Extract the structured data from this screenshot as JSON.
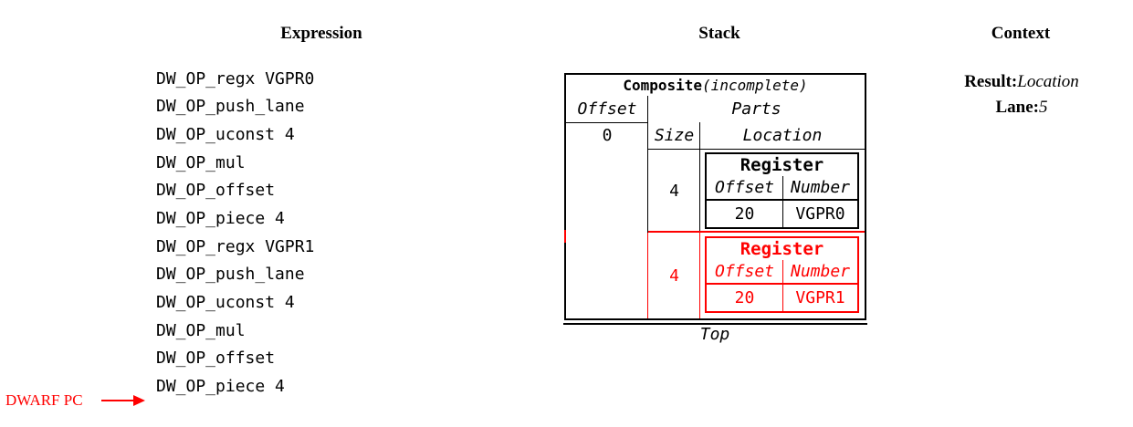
{
  "column_titles": {
    "expression": "Expression",
    "stack": "Stack",
    "context": "Context"
  },
  "expression": {
    "instructions": [
      "DW_OP_regx VGPR0",
      "DW_OP_push_lane",
      "DW_OP_uconst 4",
      "DW_OP_mul",
      "DW_OP_offset",
      "DW_OP_piece 4",
      "DW_OP_regx VGPR1",
      "DW_OP_push_lane",
      "DW_OP_uconst 4",
      "DW_OP_mul",
      "DW_OP_offset",
      "DW_OP_piece 4"
    ],
    "pc_label": "DWARF PC"
  },
  "stack": {
    "composite": {
      "label": "Composite",
      "qualifier": "(incomplete)"
    },
    "offset_header": "Offset",
    "parts_header": "Parts",
    "offset_value": "0",
    "size_header": "Size",
    "location_header": "Location",
    "parts": [
      {
        "size": "4",
        "highlighted": false,
        "register": {
          "title": "Register",
          "offset_header": "Offset",
          "number_header": "Number",
          "offset_value": "20",
          "number_value": "VGPR0"
        }
      },
      {
        "size": "4",
        "highlighted": true,
        "register": {
          "title": "Register",
          "offset_header": "Offset",
          "number_header": "Number",
          "offset_value": "20",
          "number_value": "VGPR1"
        }
      }
    ],
    "top_label": "Top"
  },
  "context": {
    "result_label": "Result:",
    "result_value": "Location",
    "lane_label": "Lane:",
    "lane_value": "5"
  },
  "colors": {
    "ink": "#000000",
    "highlight": "#ff0000",
    "background": "#ffffff"
  }
}
